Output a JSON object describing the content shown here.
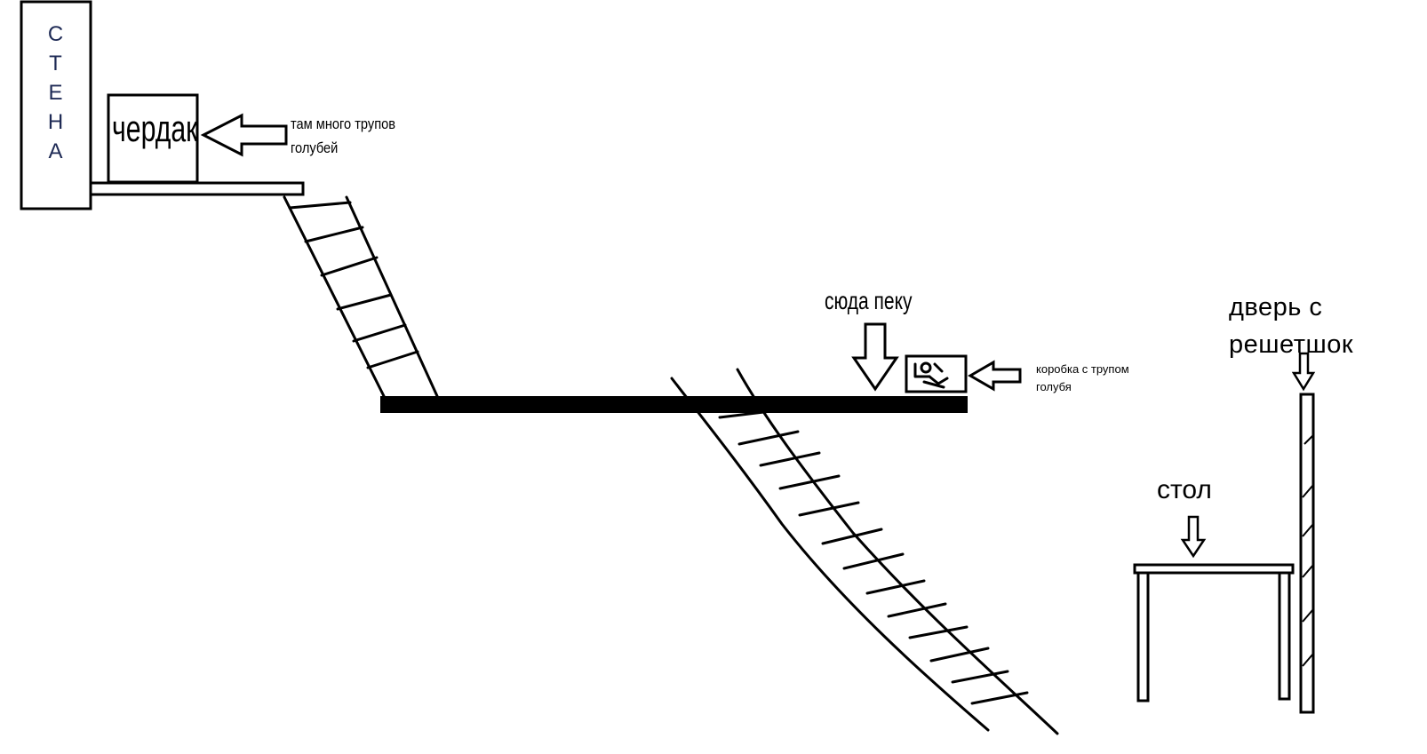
{
  "labels": {
    "wall_letters": [
      "С",
      "Т",
      "Е",
      "Н",
      "А"
    ],
    "attic": "чердак",
    "attic_note_line1": "там много трупов",
    "attic_note_line2": "голубей",
    "heater": "сюда пеку",
    "box_note_line1": "коробка с трупом",
    "box_note_line2": "голубя",
    "door_line1": "дверь с",
    "door_line2": "решетшок",
    "table": "стол"
  },
  "colors": {
    "ink": "#000000",
    "wall_letters": "#1e2a55",
    "background": "#ffffff"
  }
}
